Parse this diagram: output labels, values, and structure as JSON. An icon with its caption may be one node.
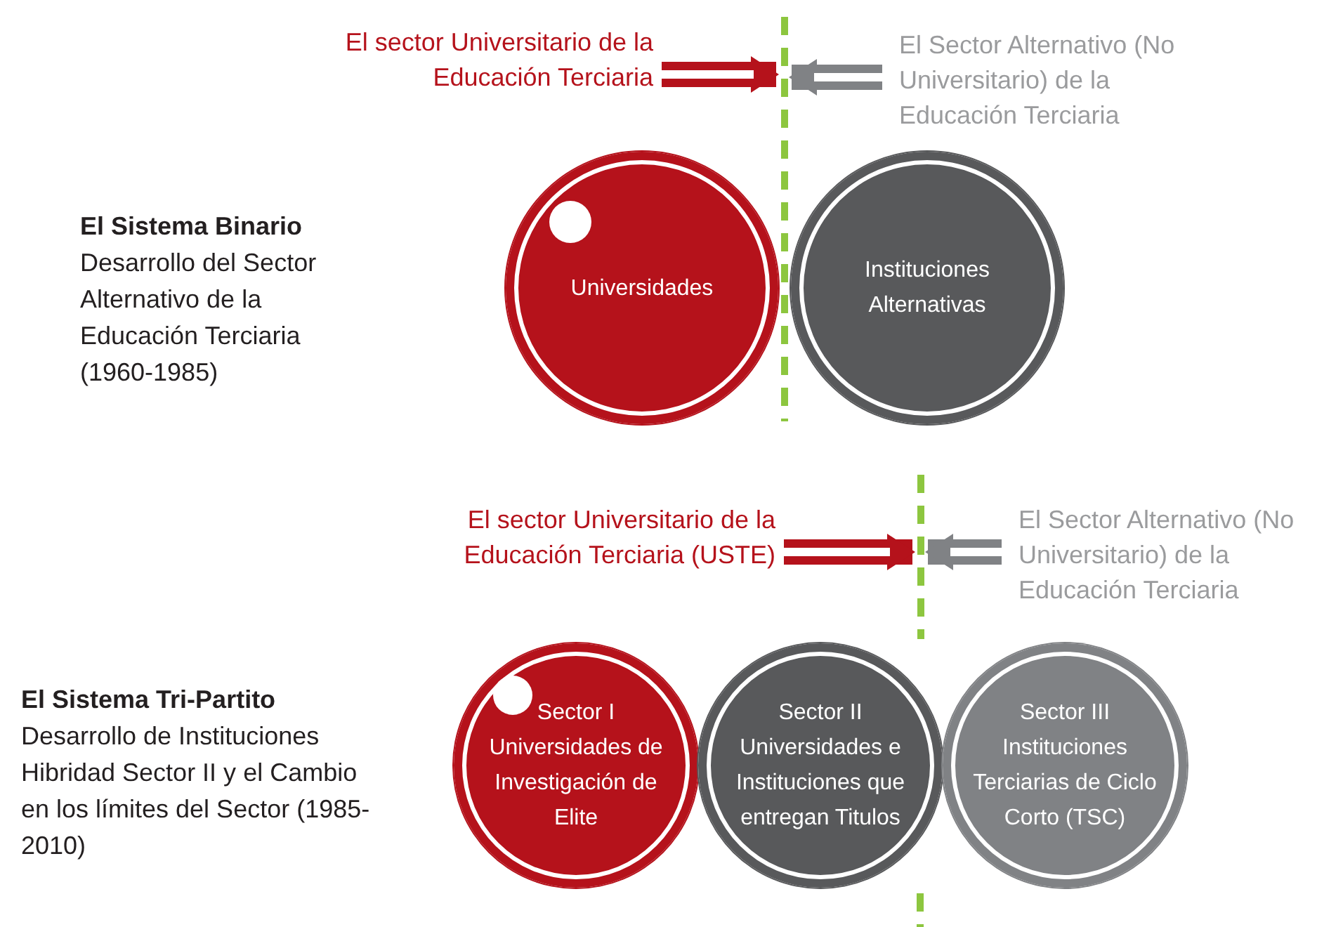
{
  "diagram": {
    "nodes": [
      {
        "text": [
          "El sector Universitario de la Educación Terciaria"
        ]
      },
      {
        "text": [
          "El Sector Alternativo (No Universitario) de la Educación Terciaria"
        ]
      },
      {
        "text": [
          "Universidades"
        ]
      },
      {
        "text": [
          "Instituciones Alternativas"
        ]
      },
      {
        "text": [
          "El sector Universitario de la Educación Terciaria (USTE)"
        ]
      },
      {
        "text": [
          "El Sector Alternativo (No Universitario) de la Educación Terciaria"
        ]
      },
      {
        "text": [
          "Sector I",
          "Universidades de Investigación de Elite"
        ]
      },
      {
        "text": [
          "Sector II",
          "Universidades e Instituciones que entregan Titulos"
        ]
      },
      {
        "text": [
          "Sector III",
          "Instituciones Terciarias de Ciclo Corto (TSC)"
        ]
      },
      {
        "text": [],
        "shape": "line"
      },
      {
        "text": [],
        "shape": "line"
      }
    ],
    "edges": [
      {
        "from": 0,
        "to": 9,
        "arrow": "to",
        "color": "#b5121b"
      },
      {
        "from": 1,
        "to": 9,
        "arrow": "to",
        "color": "#808285"
      },
      {
        "from": 4,
        "to": 10,
        "arrow": "to",
        "color": "#b5121b"
      },
      {
        "from": 5,
        "to": 10,
        "arrow": "to",
        "color": "#808285"
      }
    ],
    "labels": [
      "El Sistema Binario",
      "Desarrollo del Sector Alternativo de la Educación Terciaria (1960-1985)",
      "El Sistema Tri-Partito",
      "Desarrollo de Instituciones Hibridad Sector II y el Cambio en los límites del Sector (1985-2010)"
    ]
  }
}
